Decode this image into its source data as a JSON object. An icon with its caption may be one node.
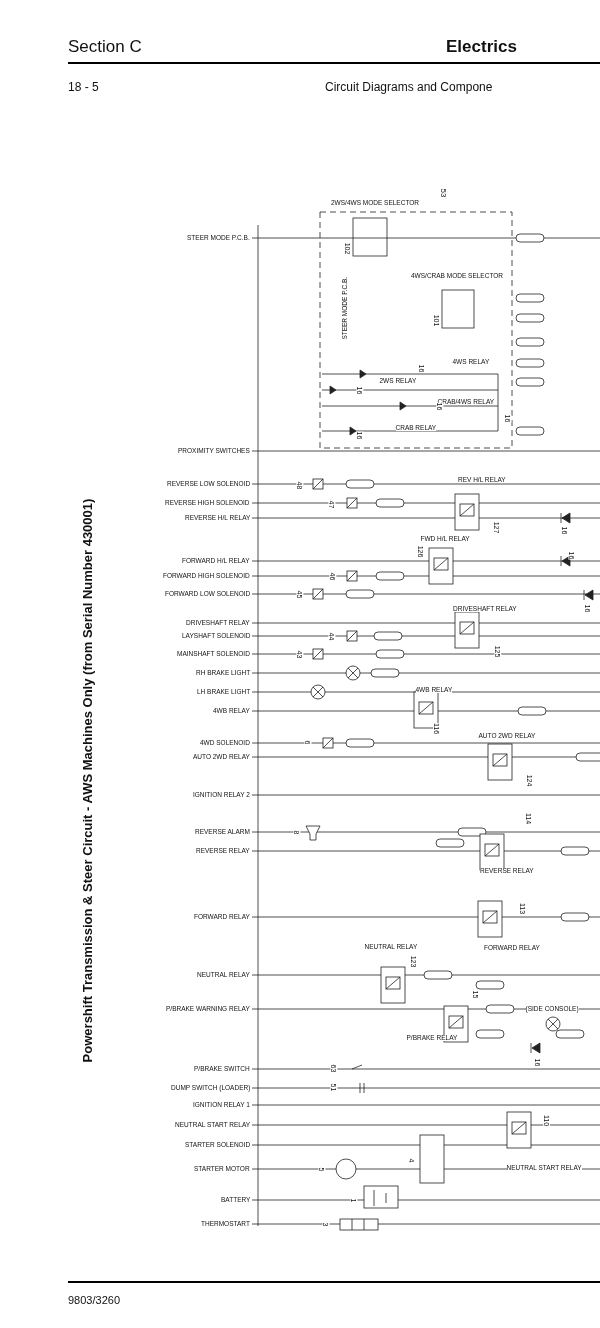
{
  "diagram": {
    "title": "Powershift Transmission & Steer Circuit - AWS Machines Only (from Serial Number 430001)",
    "labels": [
      "Section C",
      "Electrics",
      "18 - 5",
      "Circuit Diagrams and Compone",
      "STEER MODE P.C.B.",
      "PROXIMITY SWITCHES",
      "REVERSE LOW SOLENOID",
      "REVERSE HIGH SOLENOID",
      "REVERSE H/L RELAY",
      "FORWARD H/L RELAY",
      "FORWARD HIGH SOLENOID",
      "FORWARD LOW SOLENOID",
      "DRIVESHAFT RELAY",
      "LAYSHAFT SOLENOID",
      "MAINSHAFT SOLENOID",
      "RH BRAKE LIGHT",
      "LH BRAKE LIGHT",
      "4WB RELAY",
      "4WD SOLENOID",
      "AUTO 2WD RELAY",
      "IGNITION RELAY 2",
      "REVERSE ALARM",
      "REVERSE RELAY",
      "FORWARD RELAY",
      "NEUTRAL RELAY",
      "P/BRAKE WARNING RELAY",
      "P/BRAKE SWITCH",
      "DUMP SWITCH (LOADER)",
      "IGNITION RELAY 1",
      "NEUTRAL START RELAY",
      "STARTER SOLENOID",
      "STARTER MOTOR",
      "BATTERY",
      "THERMOSTART",
      "2WS/4WS MODE SELECTOR",
      "53",
      "102",
      "STEER MODE P.C.B.",
      "4WS/CRAB MODE SELECTOR",
      "101",
      "4WS RELAY",
      "2WS RELAY",
      "CRAB/4WS RELAY",
      "CRAB RELAY",
      "16",
      "16",
      "16",
      "16",
      "16",
      "48",
      "47",
      "REV H/L RELAY",
      "127",
      "16",
      "FWD H/L RELAY",
      "126",
      "46",
      "45",
      "16",
      "16",
      "DRIVESHAFT RELAY",
      "44",
      "43",
      "125",
      "4WB RELAY",
      "116",
      "6",
      "AUTO 2WD RELAY",
      "124",
      "8",
      "114",
      "REVERSE RELAY",
      "113",
      "FORWARD RELAY",
      "NEUTRAL RELAY",
      "123",
      "15",
      "P/BRAKE RELAY",
      "(SIDE CONSOLE)",
      "16",
      "63",
      "51",
      "110",
      "NEUTRAL START RELAY",
      "4",
      "5",
      "1",
      "3",
      "9803/3260"
    ]
  }
}
